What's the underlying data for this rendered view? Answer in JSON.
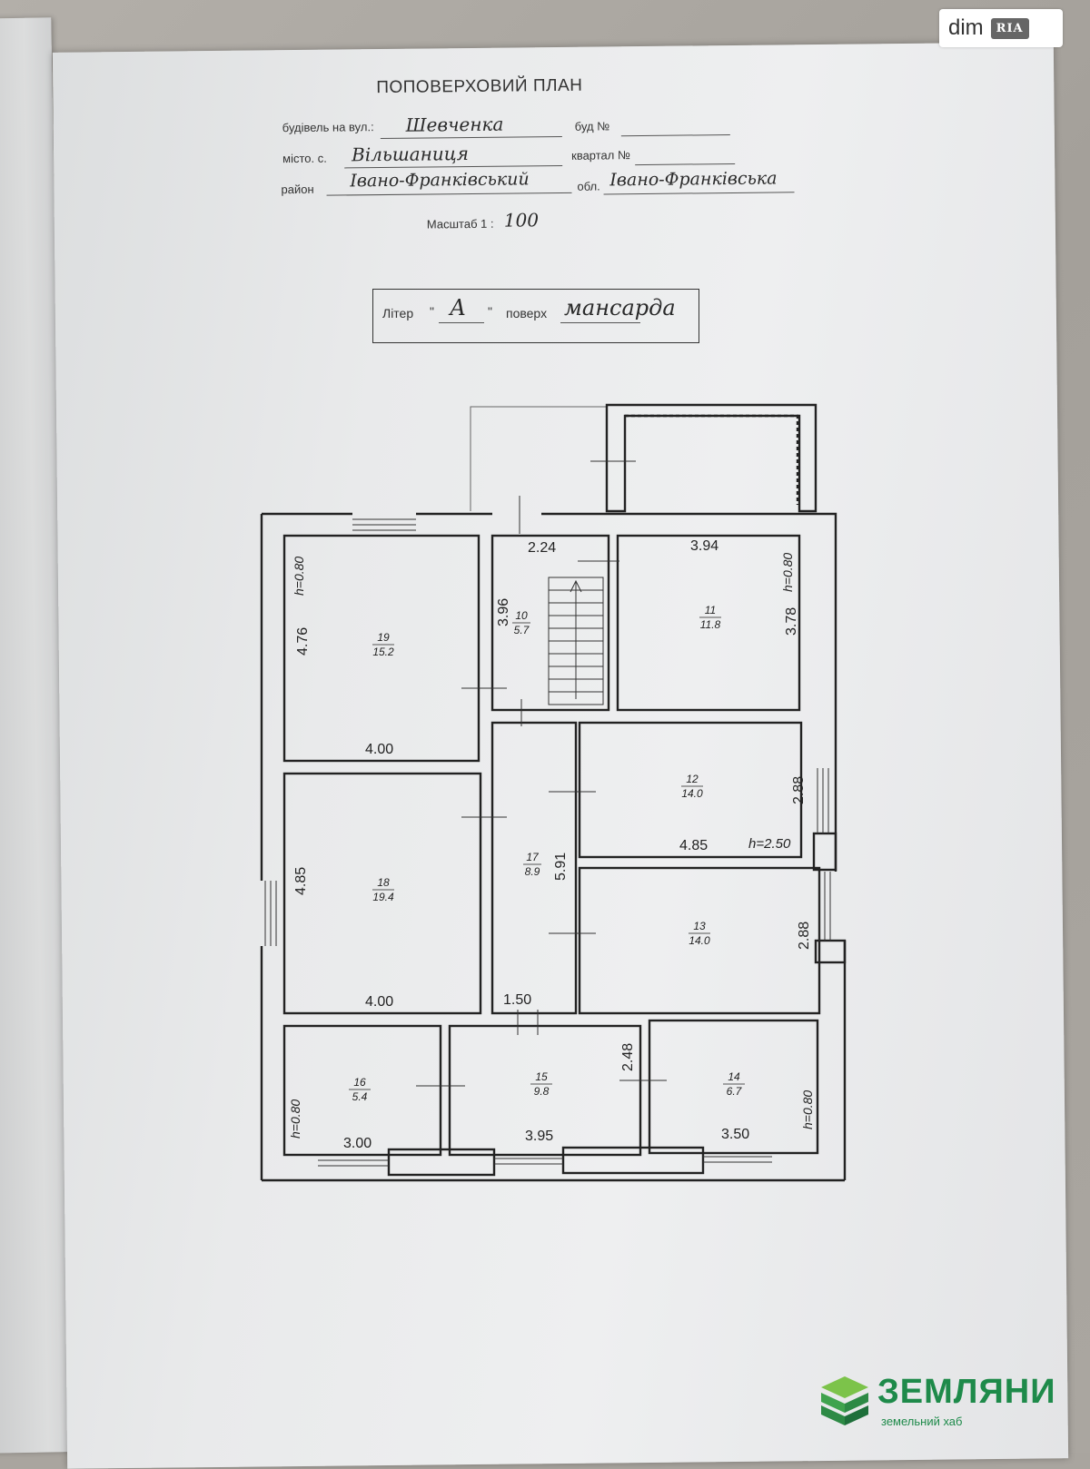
{
  "header": {
    "title": "ПОПОВЕРХОВИЙ ПЛАН",
    "street_label": "будівель на вул.:",
    "street_value": "Шевченка",
    "house_label": "буд №",
    "city_label": "місто. с.",
    "city_value": "Вільшаниця",
    "block_label": "квартал №",
    "district_label": "район",
    "district_value": "Івано-Франківський",
    "region_label": "обл.",
    "region_value": "Івано-Франківська",
    "scale_label": "Масштаб 1 :",
    "scale_value": "100"
  },
  "liter": {
    "label": "Літер",
    "quote_open": "\"",
    "value": "А",
    "quote_close": "\"",
    "floor_label": "поверх",
    "floor_value": "мансарда"
  },
  "plan": {
    "rooms": [
      {
        "number": "19",
        "area": "15.2"
      },
      {
        "number": "10",
        "area": "5.7"
      },
      {
        "number": "11",
        "area": "11.8"
      },
      {
        "number": "12",
        "area": "14.0"
      },
      {
        "number": "18",
        "area": "19.4"
      },
      {
        "number": "17",
        "area": "8.9"
      },
      {
        "number": "13",
        "area": "14.0"
      },
      {
        "number": "16",
        "area": "5.4"
      },
      {
        "number": "15",
        "area": "9.8"
      },
      {
        "number": "14",
        "area": "6.7"
      }
    ],
    "dimensions": [
      "2.24",
      "3.94",
      "4.76",
      "3.96",
      "3.78",
      "4.00",
      "2.88",
      "4.85",
      "5.91",
      "4.85",
      "2.88",
      "4.00",
      "1.50",
      "2.48",
      "3.00",
      "3.95",
      "3.50"
    ],
    "heights": [
      "h=0.80",
      "h=0.80",
      "h=2.50",
      "h=0.80",
      "h=0.80"
    ]
  },
  "watermarks": {
    "dim_text": "dim",
    "ria_text": "RIA",
    "brand_name": "ЗЕМЛЯНИ",
    "brand_sub": "земельний хаб"
  },
  "colors": {
    "ink": "#222222",
    "brand_green": "#1e8a4a"
  }
}
